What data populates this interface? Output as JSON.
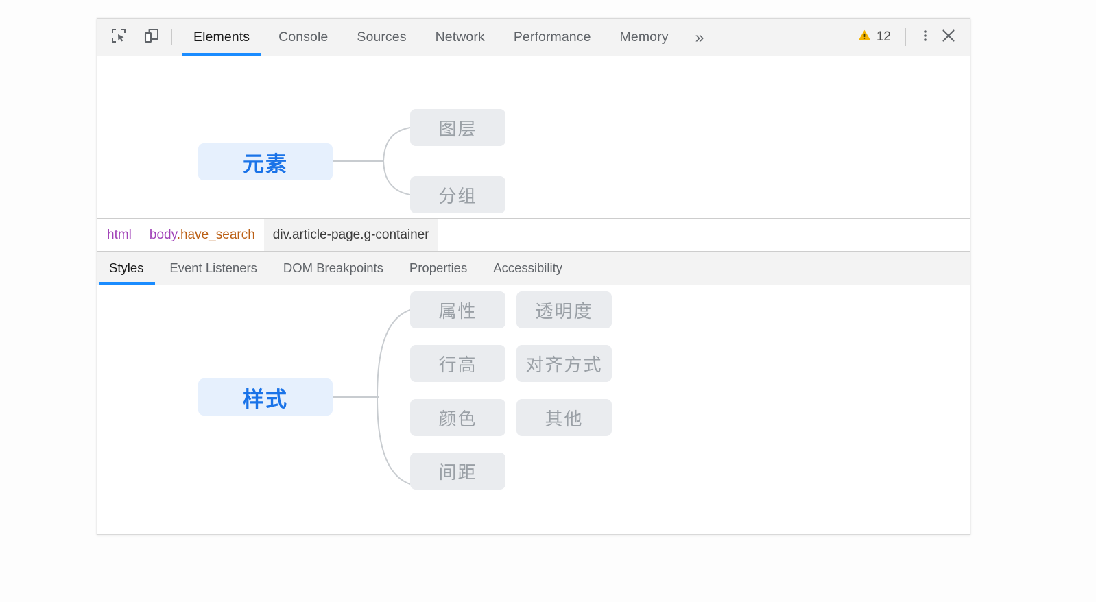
{
  "toolbar": {
    "inspect_icon": "inspect-element-icon",
    "device_icon": "device-toolbar-icon",
    "tabs": [
      {
        "label": "Elements",
        "selected": true
      },
      {
        "label": "Console",
        "selected": false
      },
      {
        "label": "Sources",
        "selected": false
      },
      {
        "label": "Network",
        "selected": false
      },
      {
        "label": "Performance",
        "selected": false
      },
      {
        "label": "Memory",
        "selected": false
      }
    ],
    "more_tabs_label": "»",
    "warning_icon": "warning-triangle-icon",
    "warning_count": "12",
    "menu_icon": "kebab-menu-icon",
    "close_icon": "close-icon",
    "accent_color": "#1a8cff",
    "warning_color": "#f5b400",
    "bar_background": "#f3f3f3"
  },
  "breadcrumb": {
    "items": [
      {
        "tag": "html",
        "cls": "",
        "selected": false
      },
      {
        "tag": "body",
        "cls": ".have_search",
        "selected": false
      },
      {
        "tag": "div",
        "cls": ".article-page.g-container",
        "selected": true
      }
    ],
    "tag_color": "#a142b8",
    "class_color": "#bb5f14",
    "selected_bg": "#f2f2f2"
  },
  "styles_tabbar": {
    "tabs": [
      {
        "label": "Styles",
        "selected": true
      },
      {
        "label": "Event Listeners",
        "selected": false
      },
      {
        "label": "DOM Breakpoints",
        "selected": false
      },
      {
        "label": "Properties",
        "selected": false
      },
      {
        "label": "Accessibility",
        "selected": false
      }
    ]
  },
  "elements_mindmap": {
    "root": "元素",
    "children": [
      {
        "label": "图层"
      },
      {
        "label": "分组"
      }
    ],
    "root_color": "#1a73e8",
    "root_bg": "#e6f0fd",
    "leaf_color": "#9aa0a6",
    "leaf_bg": "#eaecef",
    "connector_color": "#c8ccd0"
  },
  "styles_mindmap": {
    "root": "样式",
    "column_one": [
      {
        "label": "属性"
      },
      {
        "label": "行高"
      },
      {
        "label": "颜色"
      },
      {
        "label": "间距"
      }
    ],
    "column_two": [
      {
        "label": "透明度"
      },
      {
        "label": "对齐方式"
      },
      {
        "label": "其他"
      }
    ],
    "root_color": "#1a73e8",
    "root_bg": "#e6f0fd",
    "leaf_color": "#9aa0a6",
    "leaf_bg": "#eaecef",
    "connector_color": "#c8ccd0"
  }
}
